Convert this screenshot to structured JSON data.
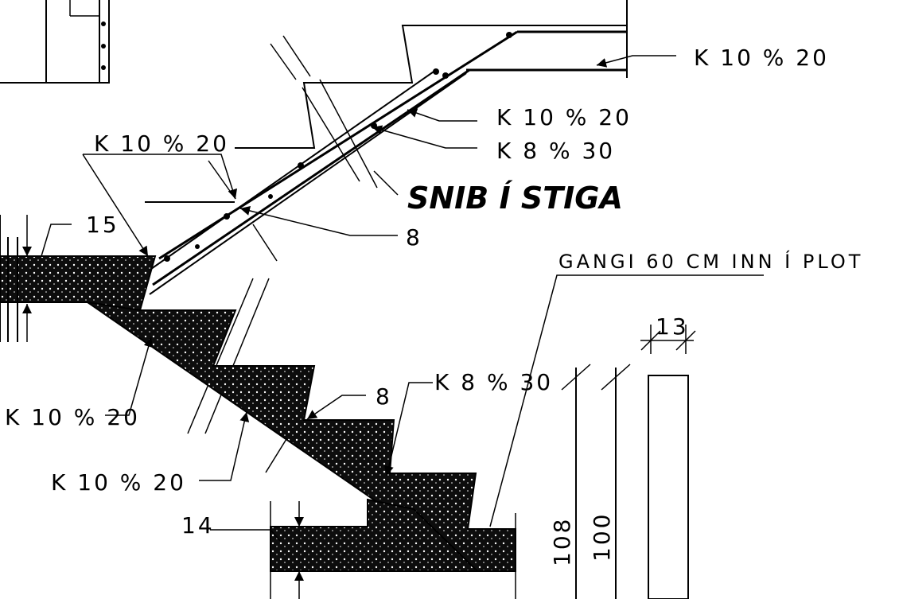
{
  "title": "SNIB Í STIGA",
  "note": "GANGI 60 CM INN Í PLOT",
  "rebar": {
    "top_right": "K 10 % 20",
    "upper_mid": "K 10 % 20",
    "upper_mid2": "K 8 % 30",
    "left_upper": "K 10 % 20",
    "left_lower": "K 10 % 20",
    "bottom_mid": "K 10 % 20",
    "step": "K 8 % 30"
  },
  "dimensions": {
    "slab_15": "15",
    "eight_a": "8",
    "eight_b": "8",
    "fourteen": "14",
    "thirteen": "13",
    "h108": "108",
    "h100": "100"
  },
  "colors": {
    "ink": "#000000",
    "paper": "#ffffff",
    "concrete": "#111111"
  }
}
